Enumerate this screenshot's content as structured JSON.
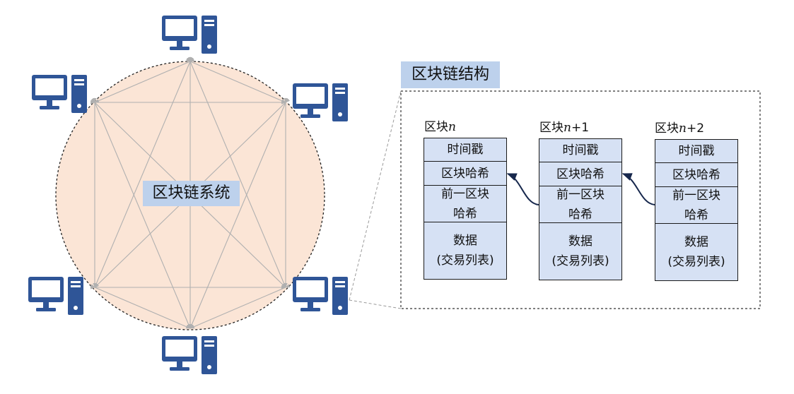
{
  "system_label": "区块链系统",
  "structure_title": "区块链结构",
  "blocks": [
    {
      "prefix": "区块",
      "var": "n",
      "suffix": ""
    },
    {
      "prefix": "区块",
      "var": "n",
      "suffix": "+1"
    },
    {
      "prefix": "区块",
      "var": "n",
      "suffix": "+2"
    }
  ],
  "fields": {
    "timestamp": "时间戳",
    "block_hash": "区块哈希",
    "prev_hash_line1": "前一区块",
    "prev_hash_line2": "哈希",
    "data_line1": "数据",
    "data_line2": "(交易列表)"
  },
  "colors": {
    "node_icon": "#2f5597",
    "circle_fill": "#fbe5d6",
    "label_bg": "#bdd1ec",
    "block_fill": "#d6e1f4",
    "arrow": "#17284d"
  },
  "icons": [
    "computer-icon"
  ]
}
